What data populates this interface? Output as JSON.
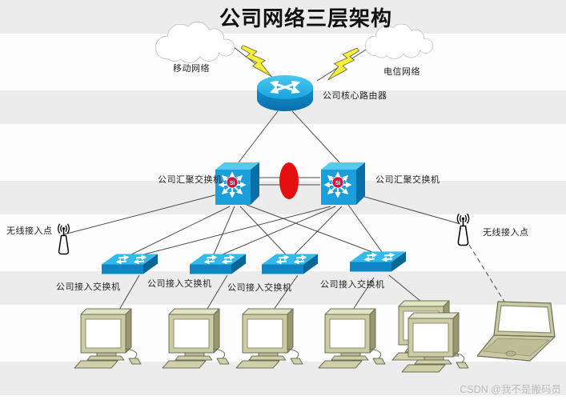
{
  "title": "公司网络三层架构",
  "watermark": "CSDN @我不是搬码员",
  "badges": {
    "si": "Si"
  },
  "nodes": {
    "cloud_left": {
      "label": "移动网络"
    },
    "cloud_right": {
      "label": "电信网络"
    },
    "core_router": {
      "label": "公司核心路由器"
    },
    "agg_switch_left": {
      "label": "公司汇聚交换机"
    },
    "agg_switch_right": {
      "label": "公司汇聚交换机"
    },
    "ap_left": {
      "label": "无线接入点"
    },
    "ap_right": {
      "label": "无线接入点"
    },
    "access_switch_1": {
      "label": "公司接入交换机"
    },
    "access_switch_2": {
      "label": "公司接入交换机"
    },
    "access_switch_3": {
      "label": "公司接入交换机"
    },
    "access_switch_4": {
      "label": "公司接入交换机"
    }
  },
  "colors": {
    "device_blue": "#1b9fdb",
    "device_blue_light": "#58c9f1",
    "device_blue_dark": "#0a6fa6",
    "link_red": "#e50e0e",
    "si_badge_red": "#d31245",
    "bolt_yellow": "#f8ee3b",
    "pc_khaki": "#cbcba4",
    "line_gray": "#4c4c4c",
    "stripe_gray": "#ececed"
  }
}
